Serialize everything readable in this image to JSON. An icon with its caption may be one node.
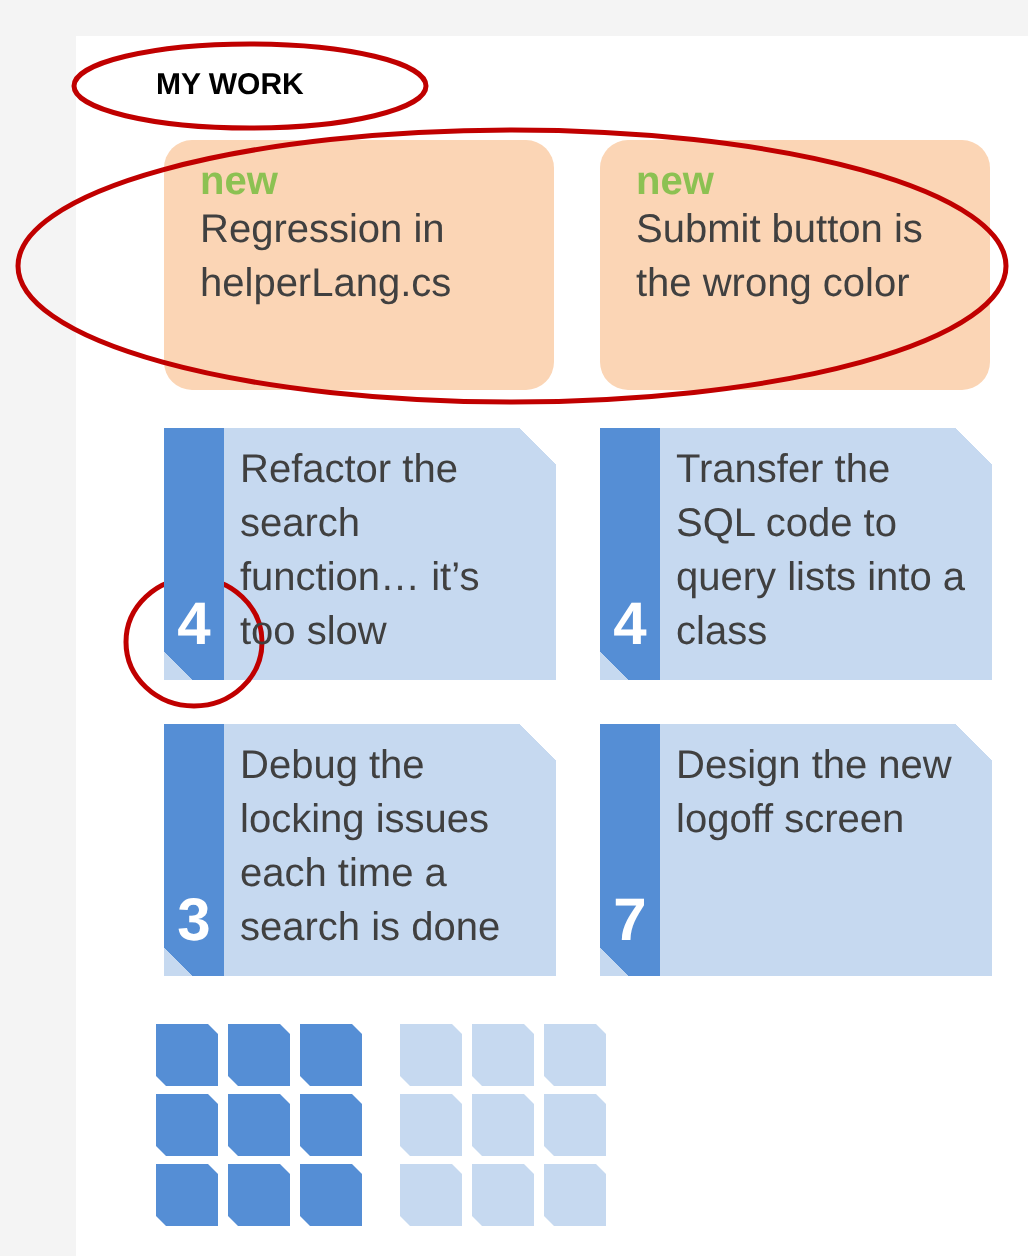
{
  "diagram": {
    "title": "MY WORK",
    "nodes": [
      {
        "text": [
          "new",
          "Regression in helperLang.cs"
        ]
      },
      {
        "text": [
          "new",
          "Submit button is the wrong color"
        ]
      },
      {
        "text": [
          "4",
          "Refactor the search function… it’s too slow"
        ]
      },
      {
        "text": [
          "4",
          "Transfer the SQL code to query lists into a class"
        ]
      },
      {
        "text": [
          "3",
          "Debug the locking issues each time a search is done"
        ]
      },
      {
        "text": [
          "7",
          "Design the new logoff screen"
        ]
      }
    ]
  }
}
